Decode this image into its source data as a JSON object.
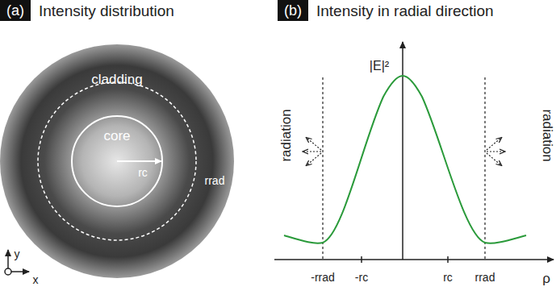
{
  "diagram": {
    "nodes": [
      {
        "text": [
          "cladding"
        ]
      },
      {
        "text": [
          "core"
        ],
        "in": 0
      }
    ],
    "labels": [
      "(a)",
      "Intensity distribution",
      "(b)",
      "Intensity in radial direction",
      "rc",
      "rrad",
      "y",
      "x",
      "|E|²",
      "ρ",
      "radiation",
      "radiation",
      "-rrad",
      "-rc",
      "rc",
      "rrad"
    ]
  }
}
